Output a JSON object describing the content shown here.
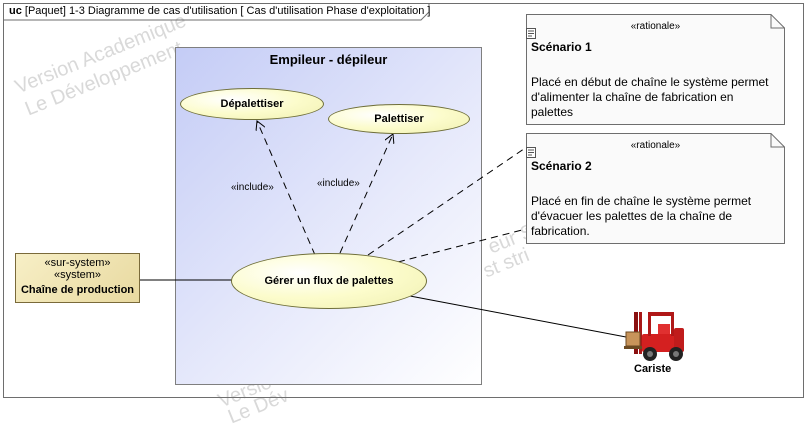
{
  "frame": {
    "kind": "uc",
    "title": "[Paquet] 1-3 Diagramme de cas d'utilisation [ Cas d'utilisation Phase d'exploitation ]"
  },
  "watermarks": [
    "Version Academique",
    "Le Développement",
    "eur Sc",
    "st stri",
    "Versio",
    "Le Dév"
  ],
  "system": {
    "title": "Empileur - dépileur"
  },
  "usecases": {
    "depalettiser": "Dépalettiser",
    "palettiser": "Palettiser",
    "gerer": "Gérer un flux de palettes"
  },
  "includes": [
    "«include»",
    "«include»"
  ],
  "actor_system": {
    "stereotype1": "«sur-system»",
    "stereotype2": "«system»",
    "name": "Chaîne de production"
  },
  "notes": [
    {
      "stereotype": "«rationale»",
      "title": "Scénario 1",
      "body": "Placé en début de chaîne le système permet d'alimenter la chaîne de fabrication en palettes"
    },
    {
      "stereotype": "«rationale»",
      "title": "Scénario 2",
      "body": "Placé en fin de chaîne le système permet d'évacuer les palettes de la chaîne de fabrication."
    }
  ],
  "actor_user": {
    "name": "Cariste"
  },
  "colors": {
    "system_fill": "#c4ccf6",
    "usecase_fill": "#fcfccc",
    "actor_fill": "#e8d9a0",
    "forklift": "#d42020"
  }
}
